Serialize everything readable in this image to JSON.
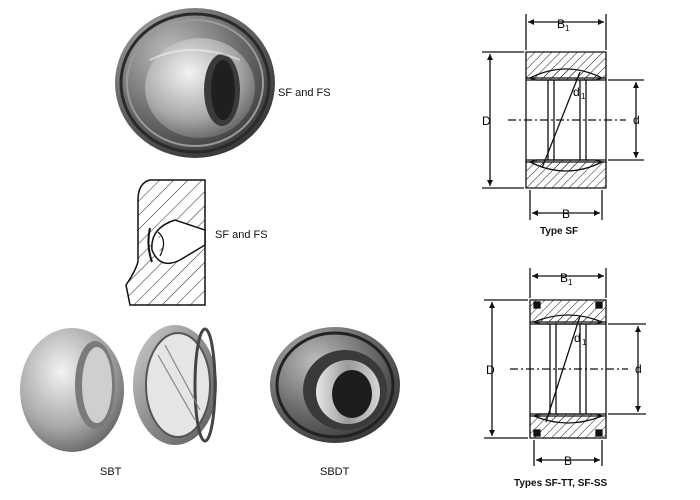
{
  "photos": {
    "sf_fs_label": "SF and FS",
    "section_label": "SF and FS",
    "sbt_label": "SBT",
    "sbdt_label": "SBDT"
  },
  "drawing_sf": {
    "caption": "Type SF",
    "dim_b1": "B",
    "dim_b1_sub": "1",
    "dim_b": "B",
    "dim_d_outer": "D",
    "dim_d_bore": "d",
    "dim_d1": "d",
    "dim_d1_sub": "1"
  },
  "drawing_sftt": {
    "caption": "Types SF-TT, SF-SS",
    "dim_b1": "B",
    "dim_b1_sub": "1",
    "dim_b": "B",
    "dim_d_outer": "D",
    "dim_d_bore": "d",
    "dim_d1": "d",
    "dim_d1_sub": "1"
  },
  "colors": {
    "line": "#111111",
    "hatch": "#333333",
    "metal_dark": "#4a4a4a",
    "metal_light": "#d8d8d8"
  }
}
